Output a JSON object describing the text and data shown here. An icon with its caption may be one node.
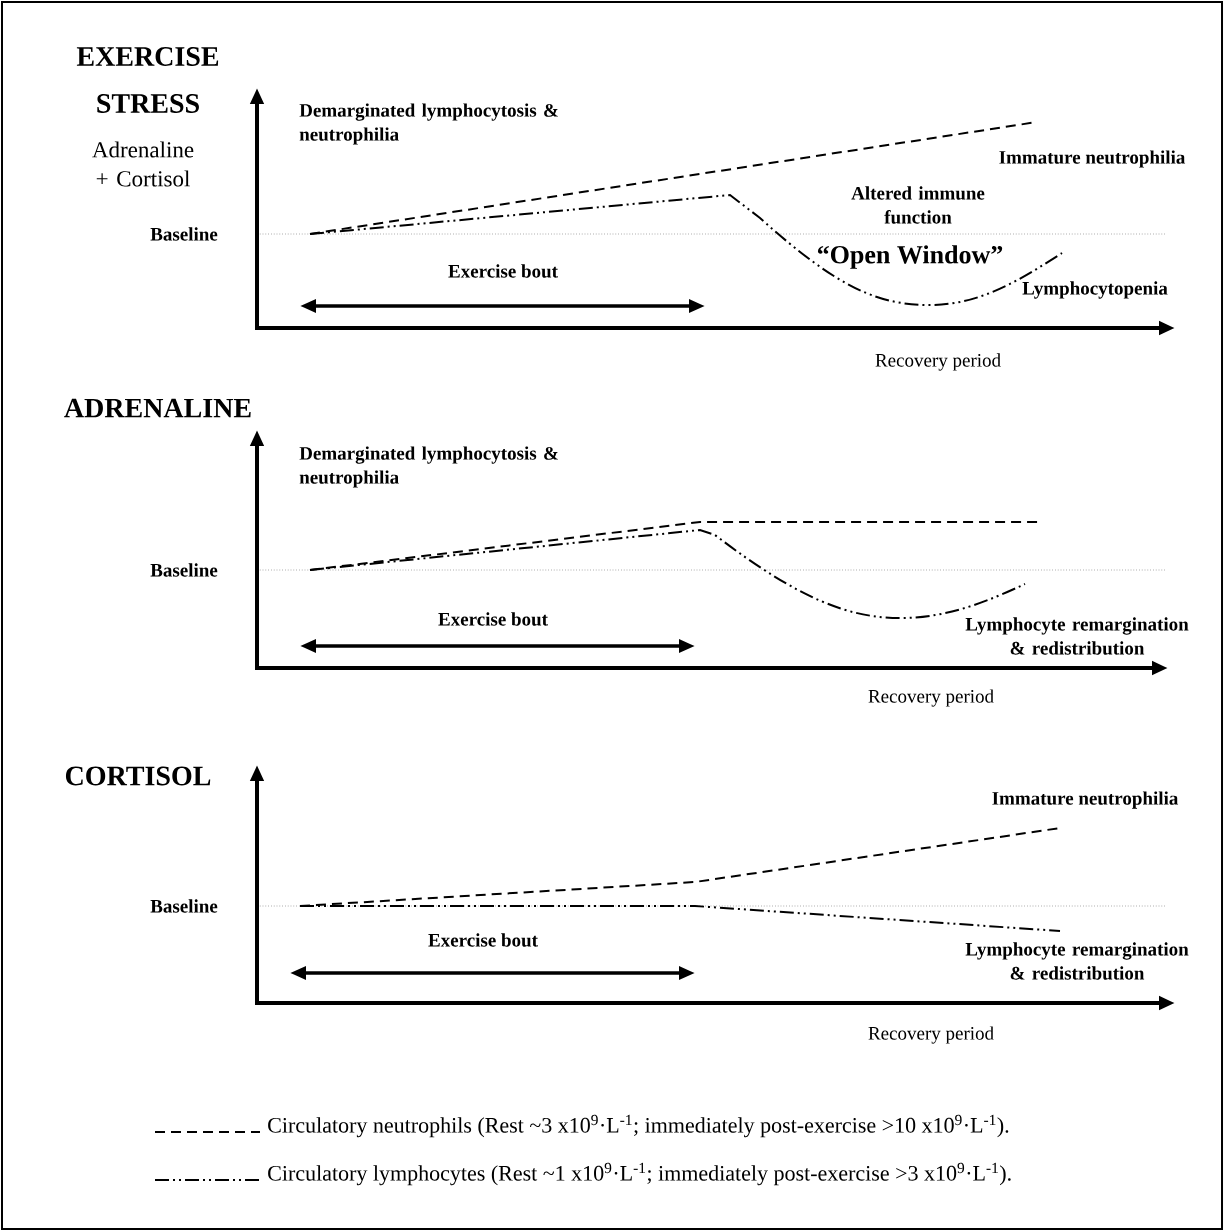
{
  "diagram": {
    "labels": [
      "EXERCISE STRESS",
      "Adrenaline + Cortisol",
      "Demarginated lymphocytosis & neutrophilia",
      "Immature neutrophilia",
      "Altered immune function",
      "Baseline",
      "“Open Window”",
      "Exercise bout",
      "Lymphocytopenia",
      "Recovery period",
      "ADRENALINE",
      "Demarginated lymphocytosis & neutrophilia",
      "Baseline",
      "Exercise bout",
      "Lymphocyte remargination & redistribution",
      "Recovery period",
      "CORTISOL",
      "Immature neutrophilia",
      "Baseline",
      "Exercise bout",
      "Lymphocyte remargination & redistribution",
      "Recovery period"
    ],
    "legend": [
      {
        "text": "Circulatory neutrophils (Rest ~3 x10$^{9}$·L$^{-1}$; immediately post-exercise >10 x10$^{9}$·L$^{-1}$)."
      },
      {
        "text": "Circulatory lymphocytes (Rest ~1 x10$^{9}$·L$^{-1}$; immediately post-exercise >3 x10$^{9}$·L$^{-1}$)."
      }
    ]
  }
}
